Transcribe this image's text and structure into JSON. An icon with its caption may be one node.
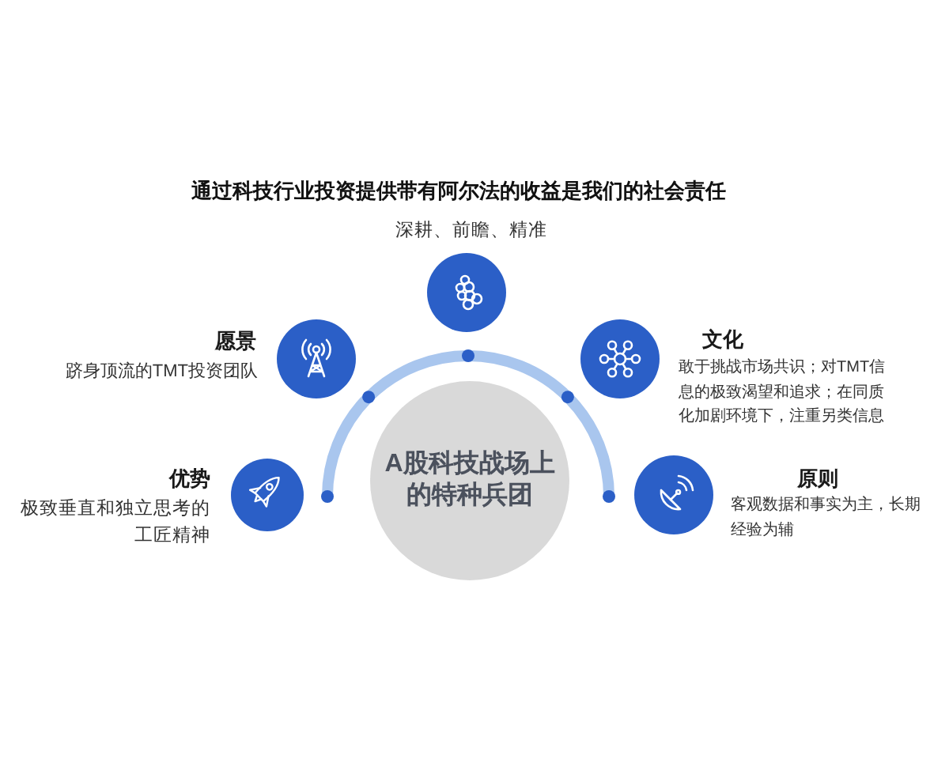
{
  "diagram": {
    "title": "通过科技行业投资提供带有阿尔法的收益是我们的社会责任",
    "nodes": [
      {
        "text": [],
        "shape": "circle",
        "beside": [
          "深耕、前瞻、精准"
        ]
      },
      {
        "text": [],
        "shape": "circle",
        "beside": [
          "愿景",
          "跻身顶流的TMT投资团队"
        ]
      },
      {
        "text": [],
        "shape": "circle",
        "beside": [
          "文化",
          "敢于挑战市场共识；对TMT信息的极致渴望和追求；在同质化加剧环境下，注重另类信息"
        ]
      },
      {
        "text": [
          "A股科技战场上的特种兵团"
        ]
      },
      {
        "text": [],
        "shape": "circle",
        "beside": [
          "优势",
          "极致垂直和独立思考的工匠精神"
        ]
      },
      {
        "text": [],
        "shape": "circle",
        "beside": [
          "原则",
          "客观数据和事实为主，长期经验为辅"
        ]
      }
    ]
  }
}
